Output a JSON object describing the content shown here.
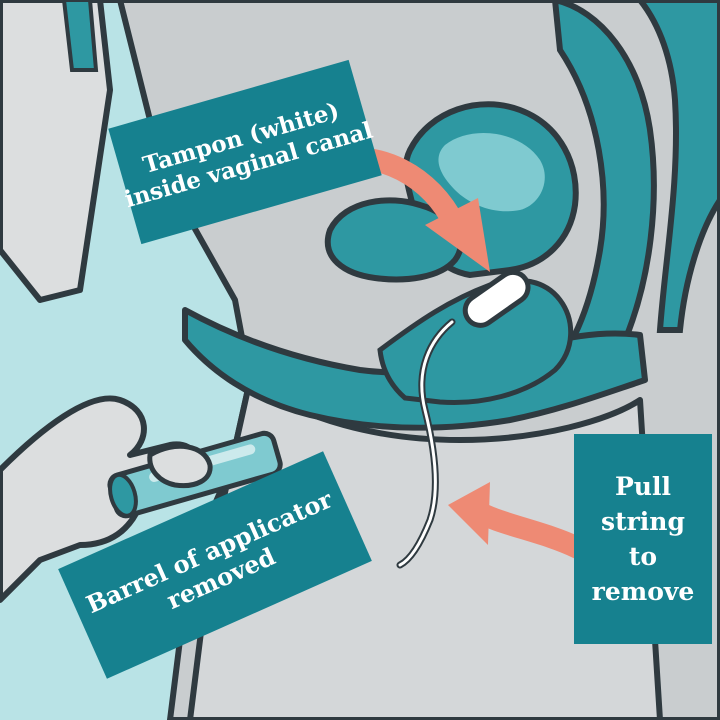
{
  "labels": {
    "tampon": {
      "lines": [
        "Tampon (white)",
        "inside vaginal canal"
      ]
    },
    "barrel": {
      "lines": [
        "Barrel of applicator",
        "removed"
      ]
    },
    "pull": {
      "lines": [
        "Pull",
        "string",
        "to",
        "remove"
      ]
    }
  },
  "colors": {
    "teal_box": "#16818f",
    "teal_organ": "#2e98a2",
    "teal_light": "#7fcad0",
    "pale_cyan": "#b9e3e6",
    "body_gray": "#c9cdcf",
    "skin_light": "#dcdedf",
    "outline": "#2f3a40",
    "arrow": "#ee8a74",
    "tampon": "#ffffff"
  }
}
